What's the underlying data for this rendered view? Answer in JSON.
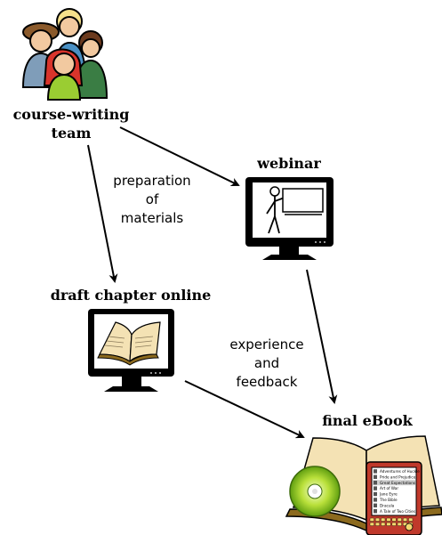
{
  "nodes": {
    "team": {
      "label_line1": "course-writing",
      "label_line2": "team"
    },
    "webinar": {
      "label": "webinar"
    },
    "draft": {
      "label": "draft chapter online"
    },
    "ebook": {
      "label": "final eBook"
    }
  },
  "edges": {
    "team_to_draft": {
      "label_line1": "preparation",
      "label_line2": "of",
      "label_line3": "materials"
    },
    "webinar_to_ebook": {
      "label_line1": "experience",
      "label_line2": "and",
      "label_line3": "feedback"
    }
  },
  "ebook_reader": {
    "titles": [
      "Adventures of Huckle",
      "Pride and Prejudice",
      "Great Expectations",
      "Art of War",
      "Jane Eyre",
      "The Bible",
      "Dracula",
      "A Tale of Two Cities"
    ]
  },
  "colors": {
    "monitor": "#000000",
    "screen": "#ffffff",
    "book_page": "#f4e2b4",
    "book_cover": "#8c6a1e",
    "cd": "#9acd32",
    "reader_body": "#c0392b"
  }
}
